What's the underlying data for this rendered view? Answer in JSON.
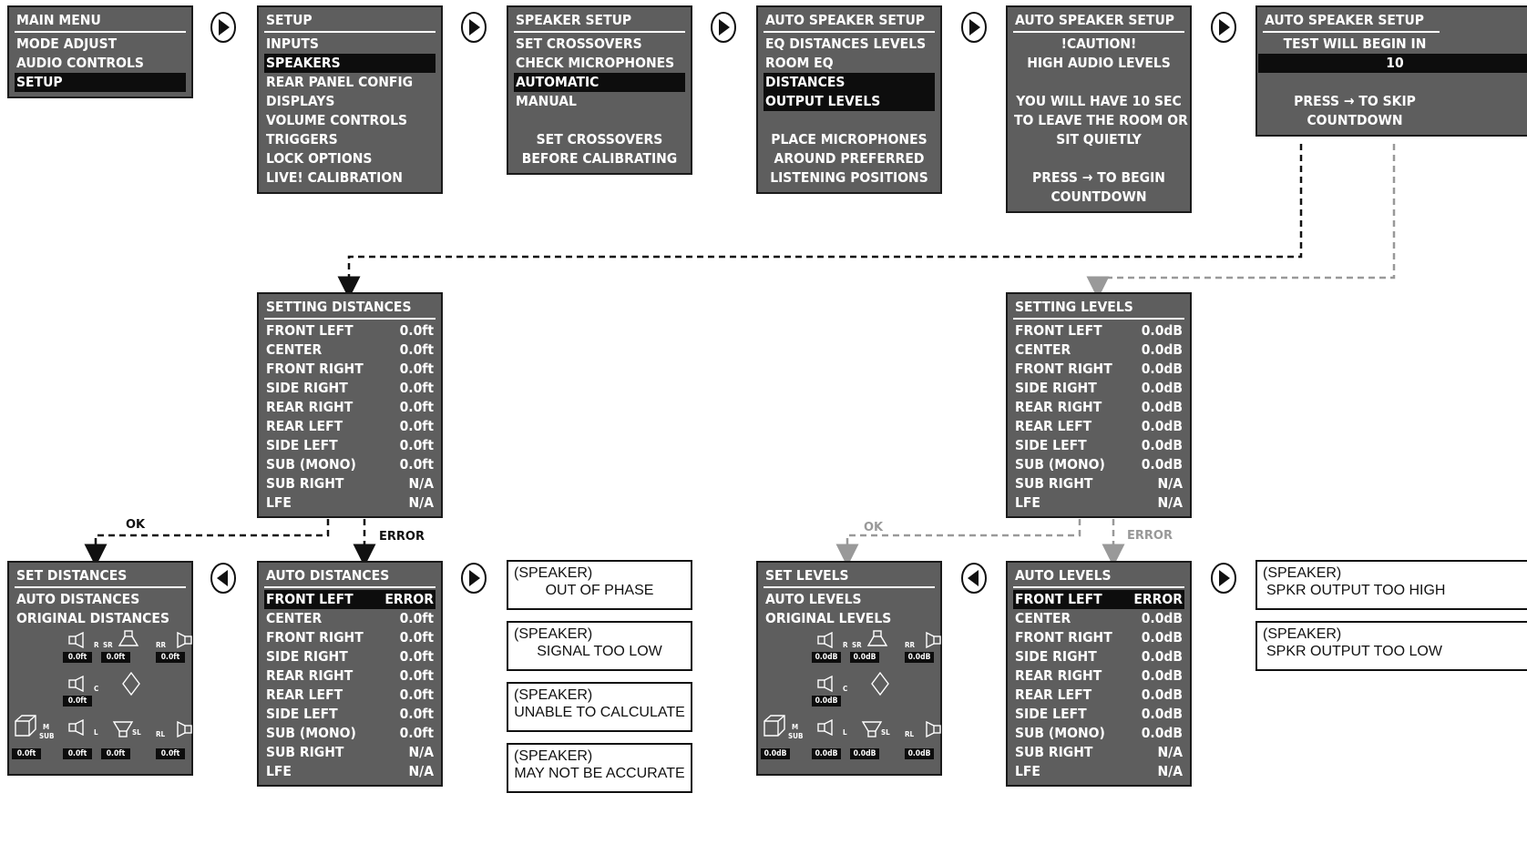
{
  "main_menu": {
    "title": "MAIN MENU",
    "items": [
      "MODE ADJUST",
      "AUDIO CONTROLS",
      "SETUP"
    ],
    "selected": 2
  },
  "setup": {
    "title": "SETUP",
    "items": [
      "INPUTS",
      "SPEAKERS",
      "REAR PANEL CONFIG",
      "DISPLAYS",
      "VOLUME CONTROLS",
      "TRIGGERS",
      "LOCK OPTIONS",
      "LIVE! CALIBRATION"
    ],
    "selected": 1
  },
  "speaker_setup": {
    "title": "SPEAKER SETUP",
    "items": [
      "SET CROSSOVERS",
      "CHECK MICROPHONES",
      "AUTOMATIC",
      "MANUAL"
    ],
    "selected": 2,
    "note": [
      "SET CROSSOVERS",
      "BEFORE CALIBRATING"
    ]
  },
  "auto_setup_1": {
    "title": "AUTO SPEAKER SETUP",
    "items": [
      "EQ DISTANCES LEVELS",
      "ROOM EQ",
      "DISTANCES",
      "OUTPUT LEVELS"
    ],
    "selected": [
      2,
      3
    ],
    "note": [
      "PLACE MICROPHONES",
      "AROUND PREFERRED",
      "LISTENING POSITIONS"
    ]
  },
  "auto_setup_2": {
    "title": "AUTO SPEAKER SETUP",
    "lines": [
      "!CAUTION!",
      "HIGH AUDIO LEVELS",
      "",
      "YOU WILL HAVE 10 SEC",
      "TO LEAVE THE ROOM OR",
      "SIT QUIETLY",
      "",
      "PRESS → TO BEGIN",
      "COUNTDOWN"
    ]
  },
  "auto_setup_3": {
    "title": "AUTO SPEAKER SETUP",
    "line1": "TEST WILL BEGIN IN",
    "count": "10",
    "line2": "PRESS → TO SKIP",
    "line3": "COUNTDOWN"
  },
  "setting_distances": {
    "title": "SETTING DISTANCES",
    "rows": [
      [
        "FRONT LEFT",
        "0.0ft"
      ],
      [
        "CENTER",
        "0.0ft"
      ],
      [
        "FRONT RIGHT",
        "0.0ft"
      ],
      [
        "SIDE RIGHT",
        "0.0ft"
      ],
      [
        "REAR RIGHT",
        "0.0ft"
      ],
      [
        "REAR LEFT",
        "0.0ft"
      ],
      [
        "SIDE LEFT",
        "0.0ft"
      ],
      [
        "SUB (MONO)",
        "0.0ft"
      ],
      [
        "SUB RIGHT",
        "N/A"
      ],
      [
        "LFE",
        "N/A"
      ]
    ]
  },
  "setting_levels": {
    "title": "SETTING LEVELS",
    "rows": [
      [
        "FRONT LEFT",
        "0.0dB"
      ],
      [
        "CENTER",
        "0.0dB"
      ],
      [
        "FRONT RIGHT",
        "0.0dB"
      ],
      [
        "SIDE RIGHT",
        "0.0dB"
      ],
      [
        "REAR RIGHT",
        "0.0dB"
      ],
      [
        "REAR LEFT",
        "0.0dB"
      ],
      [
        "SIDE LEFT",
        "0.0dB"
      ],
      [
        "SUB (MONO)",
        "0.0dB"
      ],
      [
        "SUB RIGHT",
        "N/A"
      ],
      [
        "LFE",
        "N/A"
      ]
    ]
  },
  "auto_distances": {
    "title": "AUTO DISTANCES",
    "rows": [
      [
        "FRONT LEFT",
        "ERROR"
      ],
      [
        "CENTER",
        "0.0ft"
      ],
      [
        "FRONT RIGHT",
        "0.0ft"
      ],
      [
        "SIDE RIGHT",
        "0.0ft"
      ],
      [
        "REAR RIGHT",
        "0.0ft"
      ],
      [
        "REAR LEFT",
        "0.0ft"
      ],
      [
        "SIDE LEFT",
        "0.0ft"
      ],
      [
        "SUB (MONO)",
        "0.0ft"
      ],
      [
        "SUB RIGHT",
        "N/A"
      ],
      [
        "LFE",
        "N/A"
      ]
    ]
  },
  "auto_levels": {
    "title": "AUTO LEVELS",
    "rows": [
      [
        "FRONT LEFT",
        "ERROR"
      ],
      [
        "CENTER",
        "0.0dB"
      ],
      [
        "FRONT RIGHT",
        "0.0dB"
      ],
      [
        "SIDE RIGHT",
        "0.0dB"
      ],
      [
        "REAR RIGHT",
        "0.0dB"
      ],
      [
        "REAR LEFT",
        "0.0dB"
      ],
      [
        "SIDE LEFT",
        "0.0dB"
      ],
      [
        "SUB (MONO)",
        "0.0dB"
      ],
      [
        "SUB RIGHT",
        "N/A"
      ],
      [
        "LFE",
        "N/A"
      ]
    ]
  },
  "set_distances": {
    "title": "SET DISTANCES",
    "items": [
      "AUTO DISTANCES",
      "ORIGINAL DISTANCES"
    ],
    "value": "0.0ft",
    "speaker_labels": {
      "r": "R",
      "sr": "SR",
      "rr": "RR",
      "c": "C",
      "m": "M",
      "sub": "SUB",
      "l": "L",
      "sl": "SL",
      "rl": "RL"
    }
  },
  "set_levels": {
    "title": "SET LEVELS",
    "items": [
      "AUTO LEVELS",
      "ORIGINAL LEVELS"
    ],
    "value": "0.0dB",
    "speaker_labels": {
      "r": "R",
      "sr": "SR",
      "rr": "RR",
      "c": "C",
      "m": "M",
      "sub": "SUB",
      "l": "L",
      "sl": "SL",
      "rl": "RL"
    }
  },
  "distance_errors": [
    [
      "(SPEAKER)",
      "OUT OF PHASE"
    ],
    [
      "(SPEAKER)",
      "SIGNAL TOO LOW"
    ],
    [
      "(SPEAKER)",
      "UNABLE TO CALCULATE"
    ],
    [
      "(SPEAKER)",
      "MAY NOT BE ACCURATE"
    ]
  ],
  "level_errors": [
    [
      "(SPEAKER)",
      "SPKR OUTPUT TOO HIGH"
    ],
    [
      "(SPEAKER)",
      "SPKR OUTPUT TOO LOW"
    ]
  ],
  "flow_labels": {
    "ok": "OK",
    "error": "ERROR"
  },
  "colors": {
    "panel": "#5e5e5e",
    "selected": "#0d0d0d",
    "flow_black": "#111111",
    "flow_gray": "#999999"
  }
}
